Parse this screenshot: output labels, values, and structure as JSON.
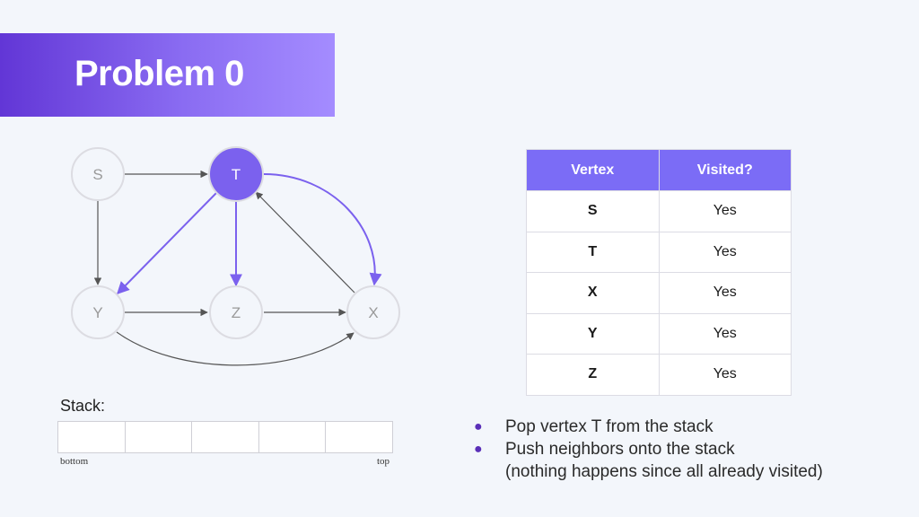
{
  "title": "Problem 0",
  "graph": {
    "nodes": [
      {
        "id": "S",
        "label": "S",
        "active": false
      },
      {
        "id": "T",
        "label": "T",
        "active": true
      },
      {
        "id": "Y",
        "label": "Y",
        "active": false
      },
      {
        "id": "Z",
        "label": "Z",
        "active": false
      },
      {
        "id": "X",
        "label": "X",
        "active": false
      }
    ],
    "edges": [
      {
        "from": "S",
        "to": "T",
        "highlight": false
      },
      {
        "from": "S",
        "to": "Y",
        "highlight": false
      },
      {
        "from": "T",
        "to": "Y",
        "highlight": true
      },
      {
        "from": "T",
        "to": "Z",
        "highlight": true
      },
      {
        "from": "T",
        "to": "X",
        "highlight": true
      },
      {
        "from": "X",
        "to": "T",
        "highlight": false
      },
      {
        "from": "Y",
        "to": "Z",
        "highlight": false
      },
      {
        "from": "Z",
        "to": "X",
        "highlight": false
      },
      {
        "from": "Y",
        "to": "X",
        "highlight": false
      }
    ],
    "colors": {
      "accent": "#7b61ee",
      "node_border": "#dcdce2",
      "edge": "#555555"
    }
  },
  "table": {
    "headers": [
      "Vertex",
      "Visited?"
    ],
    "rows": [
      [
        "S",
        "Yes"
      ],
      [
        "T",
        "Yes"
      ],
      [
        "X",
        "Yes"
      ],
      [
        "Y",
        "Yes"
      ],
      [
        "Z",
        "Yes"
      ]
    ]
  },
  "stack": {
    "label": "Stack:",
    "cells": [
      "",
      "",
      "",
      "",
      ""
    ],
    "bottom_label": "bottom",
    "top_label": "top"
  },
  "bullets": {
    "items": [
      "Pop vertex T from the stack",
      "Push neighbors onto the stack"
    ],
    "sub_note": "(nothing happens since all already visited)"
  }
}
